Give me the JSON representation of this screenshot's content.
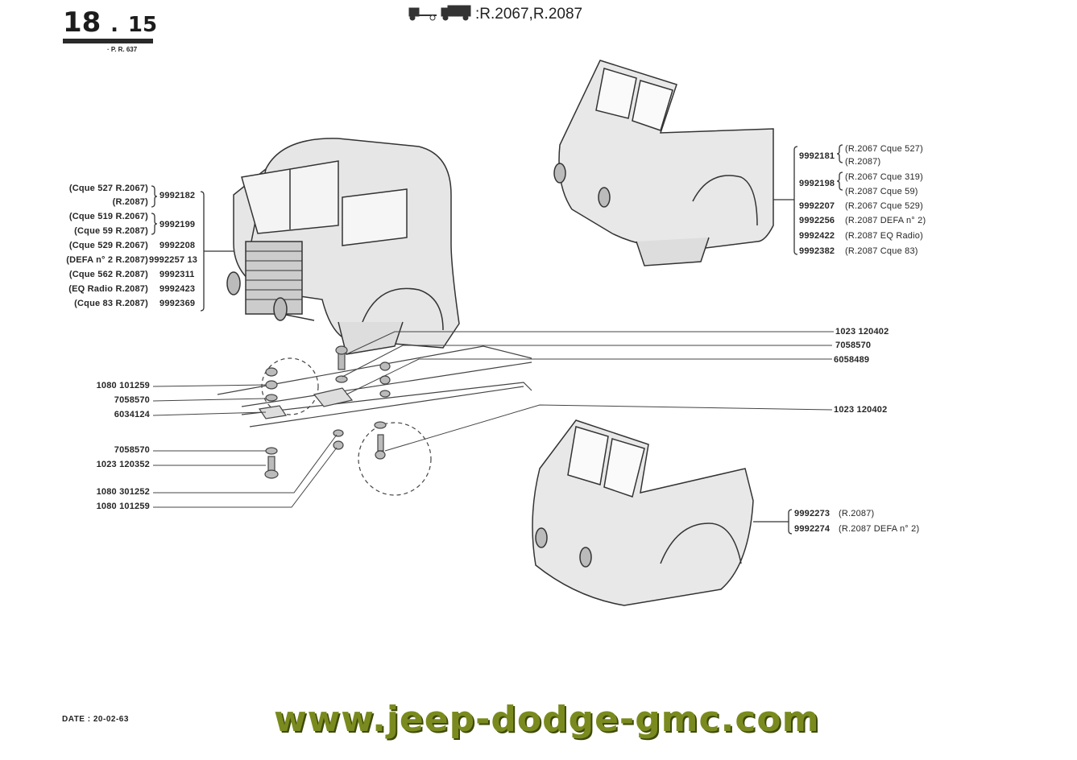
{
  "header": {
    "page_major": "18",
    "page_dot": ".",
    "page_minor": "15",
    "reference": "· P. R. 637",
    "models": ":R.2067,R.2087"
  },
  "left_group": [
    {
      "desc": "(Cque 527 R.2067)",
      "part": "9992182"
    },
    {
      "desc": "(R.2087)",
      "part": ""
    },
    {
      "desc": "(Cque 519 R.2067)",
      "part": "9992199"
    },
    {
      "desc": "(Cque 59 R.2087)",
      "part": ""
    },
    {
      "desc": "(Cque 529 R.2067)",
      "part": "9992208"
    },
    {
      "desc": "(DEFA n° 2 R.2087)",
      "part": "9992257 13"
    },
    {
      "desc": "(Cque 562 R.2087)",
      "part": "9992311"
    },
    {
      "desc": "(EQ Radio R.2087)",
      "part": "9992423"
    },
    {
      "desc": "(Cque 83 R.2087)",
      "part": "9992369"
    }
  ],
  "right_top_group": [
    {
      "part": "9992181",
      "desc": "(R.2067 Cque 527)"
    },
    {
      "part": "",
      "desc": "(R.2087)"
    },
    {
      "part": "9992198",
      "desc": "(R.2067 Cque 319)"
    },
    {
      "part": "",
      "desc": "(R.2087 Cque 59)"
    },
    {
      "part": "9992207",
      "desc": "(R.2067 Cque 529)"
    },
    {
      "part": "9992256",
      "desc": "(R.2087 DEFA n° 2)"
    },
    {
      "part": "9992422",
      "desc": "(R.2087 EQ Radio)"
    },
    {
      "part": "9992382",
      "desc": "(R.2087 Cque 83)"
    }
  ],
  "right_bottom_group": [
    {
      "part": "9992273",
      "desc": "(R.2087)"
    },
    {
      "part": "9992274",
      "desc": "(R.2087 DEFA n° 2)"
    }
  ],
  "callouts_right": [
    "1023 120402",
    "7058570",
    "6058489",
    "1023 120402"
  ],
  "callouts_left": [
    "1080 101259",
    "7058570",
    "6034124",
    "7058570",
    "1023 120352",
    "1080 301252",
    "1080 101259"
  ],
  "footer": {
    "date": "DATE : 20-02-63",
    "watermark": "www.jeep-dodge-gmc.com"
  }
}
